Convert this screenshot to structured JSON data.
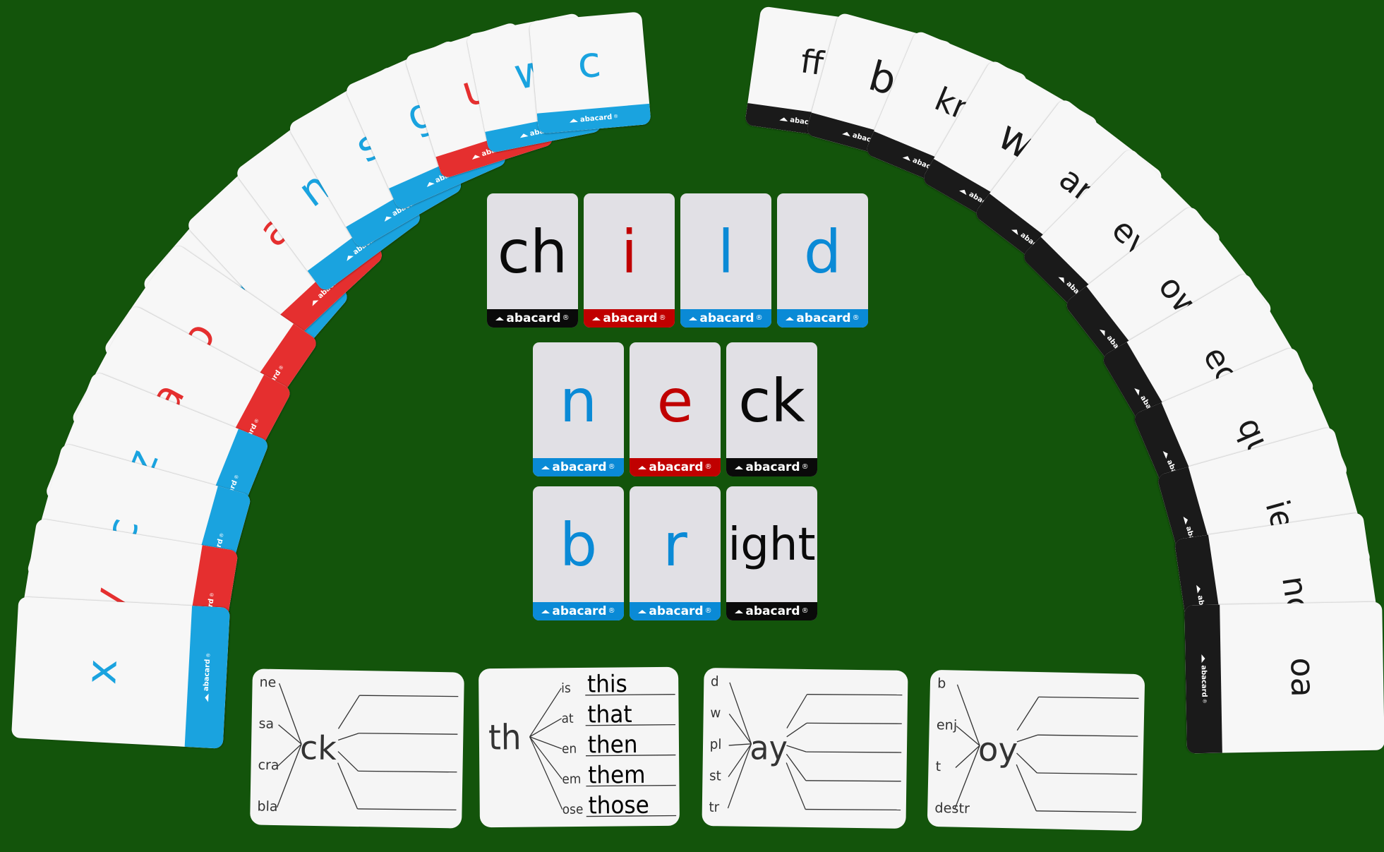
{
  "logo": {
    "text": "abacard",
    "registered": "®"
  },
  "colors": {
    "background": "#13540b",
    "blue": "#1aa3df",
    "red": "#e52f2f",
    "black": "#1a1a1a",
    "tile_blue": "#0a8ad6",
    "tile_red": "#c00000",
    "tile_black": "#0a0a0a"
  },
  "left_fan": [
    {
      "letter": "x",
      "color": "blue"
    },
    {
      "letter": "y",
      "color": "red"
    },
    {
      "letter": "c",
      "color": "blue"
    },
    {
      "letter": "z",
      "color": "blue"
    },
    {
      "letter": "a",
      "color": "red"
    },
    {
      "letter": "o",
      "color": "red"
    },
    {
      "letter": "v",
      "color": "blue"
    },
    {
      "letter": "a",
      "color": "red"
    },
    {
      "letter": "m",
      "color": "blue"
    },
    {
      "letter": "s",
      "color": "blue"
    },
    {
      "letter": "g",
      "color": "blue"
    },
    {
      "letter": "u",
      "color": "red"
    },
    {
      "letter": "w",
      "color": "blue"
    },
    {
      "letter": "c",
      "color": "blue"
    }
  ],
  "right_fan": [
    {
      "letter": "ff"
    },
    {
      "letter": "b"
    },
    {
      "letter": "kr"
    },
    {
      "letter": "w"
    },
    {
      "letter": "ar"
    },
    {
      "letter": "ev"
    },
    {
      "letter": "ow"
    },
    {
      "letter": "ec"
    },
    {
      "letter": "qu"
    },
    {
      "letter": "ie"
    },
    {
      "letter": "nc"
    },
    {
      "letter": "oa"
    }
  ],
  "word_rows": [
    [
      {
        "letter": "ch",
        "color": "black"
      },
      {
        "letter": "i",
        "color": "red"
      },
      {
        "letter": "l",
        "color": "blue"
      },
      {
        "letter": "d",
        "color": "blue"
      }
    ],
    [
      {
        "letter": "n",
        "color": "blue"
      },
      {
        "letter": "e",
        "color": "red"
      },
      {
        "letter": "ck",
        "color": "black"
      }
    ],
    [
      {
        "letter": "b",
        "color": "blue"
      },
      {
        "letter": "r",
        "color": "blue"
      },
      {
        "letter": "ight",
        "color": "black"
      }
    ]
  ],
  "worksheets": [
    {
      "center": "ck",
      "prefixes": [
        "ne",
        "sa",
        "cra",
        "bla"
      ],
      "blank_lines": 4,
      "words": []
    },
    {
      "center": "th",
      "prefixes": [
        "is",
        "at",
        "en",
        "em",
        "ose"
      ],
      "blank_lines": 5,
      "words": [
        "this",
        "that",
        "then",
        "them",
        "those"
      ]
    },
    {
      "center": "ay",
      "prefixes": [
        "d",
        "w",
        "pl",
        "st",
        "tr"
      ],
      "blank_lines": 5,
      "words": []
    },
    {
      "center": "oy",
      "prefixes": [
        "b",
        "enj",
        "t",
        "destr"
      ],
      "blank_lines": 4,
      "words": []
    }
  ]
}
